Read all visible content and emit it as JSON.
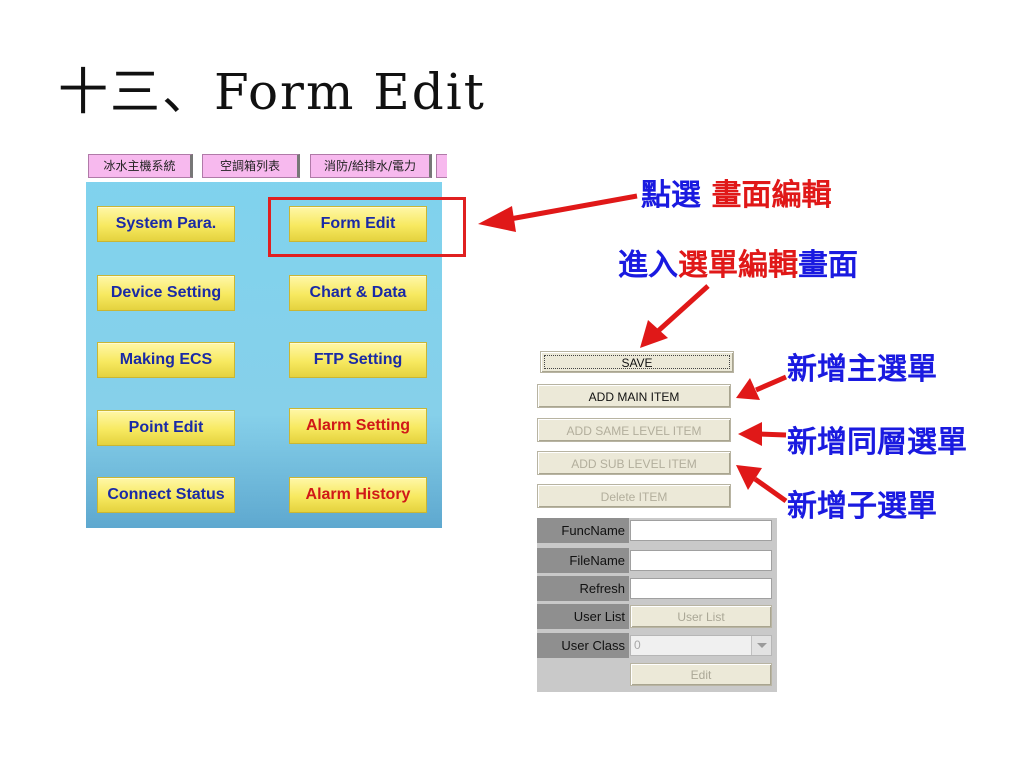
{
  "slide": {
    "title": "十三、Form Edit"
  },
  "system_panel": {
    "tabs": [
      "冰水主機系統",
      "空調箱列表",
      "消防/給排水/電力"
    ],
    "buttons": {
      "system_para": "System Para.",
      "form_edit": "Form Edit",
      "device_setting": "Device Setting",
      "chart_data": "Chart & Data",
      "making_ecs": "Making ECS",
      "ftp_setting": "FTP Setting",
      "point_edit": "Point Edit",
      "alarm_setting": "Alarm Setting",
      "connect_status": "Connect Status",
      "alarm_history": "Alarm History"
    }
  },
  "annotations": {
    "click_prefix": "點選",
    "click_target": "畫面編輯",
    "enter_1": "進入",
    "enter_2": "選單編輯",
    "enter_3": "畫面",
    "add_main": "新增主選單",
    "add_same": "新增同層選單",
    "add_sub": "新增子選單"
  },
  "editor": {
    "buttons": {
      "save": "SAVE",
      "add_main": "ADD MAIN ITEM",
      "add_same": "ADD SAME LEVEL ITEM",
      "add_sub": "ADD SUB LEVEL ITEM",
      "delete": "Delete ITEM"
    },
    "fields": {
      "func_name": "FuncName",
      "file_name": "FileName",
      "refresh": "Refresh",
      "user_list": "User List",
      "user_list_button": "User List",
      "user_class": "User Class",
      "user_class_value": "0",
      "edit_button": "Edit"
    }
  },
  "colors": {
    "annotation_blue": "#1a1ae0",
    "annotation_red": "#e01818",
    "highlight": "#e02020"
  }
}
